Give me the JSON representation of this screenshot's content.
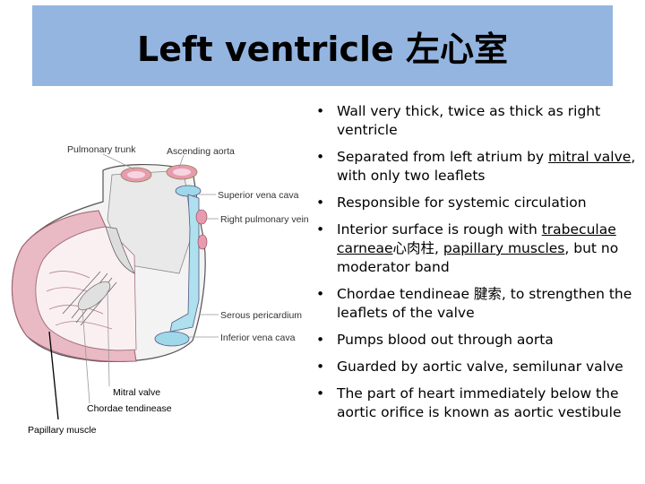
{
  "title": "Left ventricle 左心室",
  "figure": {
    "labels": {
      "pulmonary_trunk": "Pulmonary trunk",
      "ascending_aorta": "Ascending aorta",
      "superior_vena_cava": "Superior vena cava",
      "right_pulmonary_vein": "Right pulmonary vein",
      "serous_pericardium": "Serous pericardium",
      "inferior_vena_cava": "Inferior vena cava",
      "mitral_valve": "Mitral valve",
      "chordae_tendinease": "Chordae tendinease",
      "papillary_muscle": "Papillary muscle"
    }
  },
  "bullets": {
    "b1": "Wall very thick, twice as thick as right ventricle",
    "b2_pre": "Separated from left atrium by ",
    "b2_link": "mitral valve",
    "b2_post": ", with only two leaflets",
    "b3": "Responsible for systemic circulation",
    "b4_pre": "Interior surface is rough with ",
    "b4_link1": "trabeculae carneae",
    "b4_mid": "心肉柱, ",
    "b4_link2": "papillary muscles",
    "b4_post": ", but no moderator band",
    "b5": "Chordae tendineae 腱索, to strengthen the leaflets of the valve",
    "b6": "Pumps blood out through aorta",
    "b7": "Guarded by aortic valve, semilunar valve",
    "b8": "The part of heart immediately below the aortic orifice is known as aortic vestibule"
  }
}
